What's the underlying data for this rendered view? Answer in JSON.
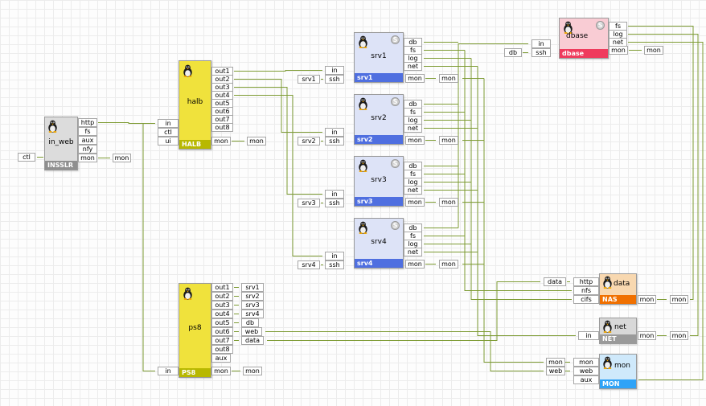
{
  "colors": {
    "wire": "#7d9b33",
    "marker": "#cc2233",
    "grid": "#ececec",
    "inweb_fill": "#dcdcdc",
    "inweb_bar": "#8f8f8f",
    "halb_fill": "#f0e23c",
    "halb_bar": "#b8b800",
    "srv_fill": "#dde3f7",
    "srv_bar": "#4f6fe0",
    "dbase_fill": "#f9ccd4",
    "dbase_bar": "#ef3b5d",
    "nas_fill": "#f8d8b0",
    "nas_bar": "#f07000",
    "net_fill": "#d8d8d8",
    "net_bar": "#9a9a9a",
    "mon_fill": "#cfe9fb",
    "mon_bar": "#2fa3f7"
  },
  "labels": {
    "ctl": "ctl",
    "mon": "mon",
    "in": "in",
    "db": "db",
    "web": "web",
    "data": "data",
    "srv1": "srv1",
    "srv2": "srv2",
    "srv3": "srv3",
    "srv4": "srv4"
  },
  "nodes": {
    "in_web": {
      "title": "in_web",
      "bar": "INSSLR",
      "ports_right": [
        "http",
        "fs",
        "aux",
        "nfy",
        "mon"
      ]
    },
    "halb": {
      "title": "halb",
      "bar": "HALB",
      "ports_left": [
        "in",
        "ctl",
        "ui"
      ],
      "ports_right": [
        "out1",
        "out2",
        "out3",
        "out4",
        "out5",
        "out6",
        "out7",
        "out8",
        "mon"
      ]
    },
    "ps8": {
      "title": "ps8",
      "bar": "PS8",
      "ports_left": [
        "in"
      ],
      "ports_right": [
        "out1",
        "out2",
        "out3",
        "out4",
        "out5",
        "out6",
        "out7",
        "out8",
        "aux",
        "mon"
      ]
    },
    "srv1": {
      "title": "srv1",
      "bar": "srv1",
      "badge": "S",
      "ports_left": [
        "in",
        "ssh"
      ],
      "ports_right": [
        "db",
        "fs",
        "log",
        "net",
        "mon"
      ]
    },
    "srv2": {
      "title": "srv2",
      "bar": "srv2",
      "badge": "S",
      "ports_left": [
        "in",
        "ssh"
      ],
      "ports_right": [
        "db",
        "fs",
        "log",
        "net",
        "mon"
      ]
    },
    "srv3": {
      "title": "srv3",
      "bar": "srv3",
      "badge": "S",
      "ports_left": [
        "in",
        "ssh"
      ],
      "ports_right": [
        "db",
        "fs",
        "log",
        "net",
        "mon"
      ]
    },
    "srv4": {
      "title": "srv4",
      "bar": "srv4",
      "badge": "S",
      "ports_left": [
        "in",
        "ssh"
      ],
      "ports_right": [
        "db",
        "fs",
        "log",
        "net",
        "mon"
      ]
    },
    "dbase": {
      "title": "dbase",
      "bar": "dbase",
      "badge": "S",
      "ports_left": [
        "in",
        "ssh"
      ],
      "ports_right": [
        "fs",
        "log",
        "net",
        "mon"
      ]
    },
    "nas": {
      "title": "data",
      "bar": "NAS",
      "ports_left": [
        "http",
        "nfs",
        "cifs"
      ],
      "ports_right": [
        "mon"
      ]
    },
    "net": {
      "title": "net",
      "bar": "NET",
      "ports_left": [
        "in"
      ],
      "ports_right": [
        "mon"
      ]
    },
    "mon": {
      "title": "mon",
      "bar": "MON",
      "ports_left": [
        "mon",
        "web",
        "aux"
      ]
    }
  }
}
